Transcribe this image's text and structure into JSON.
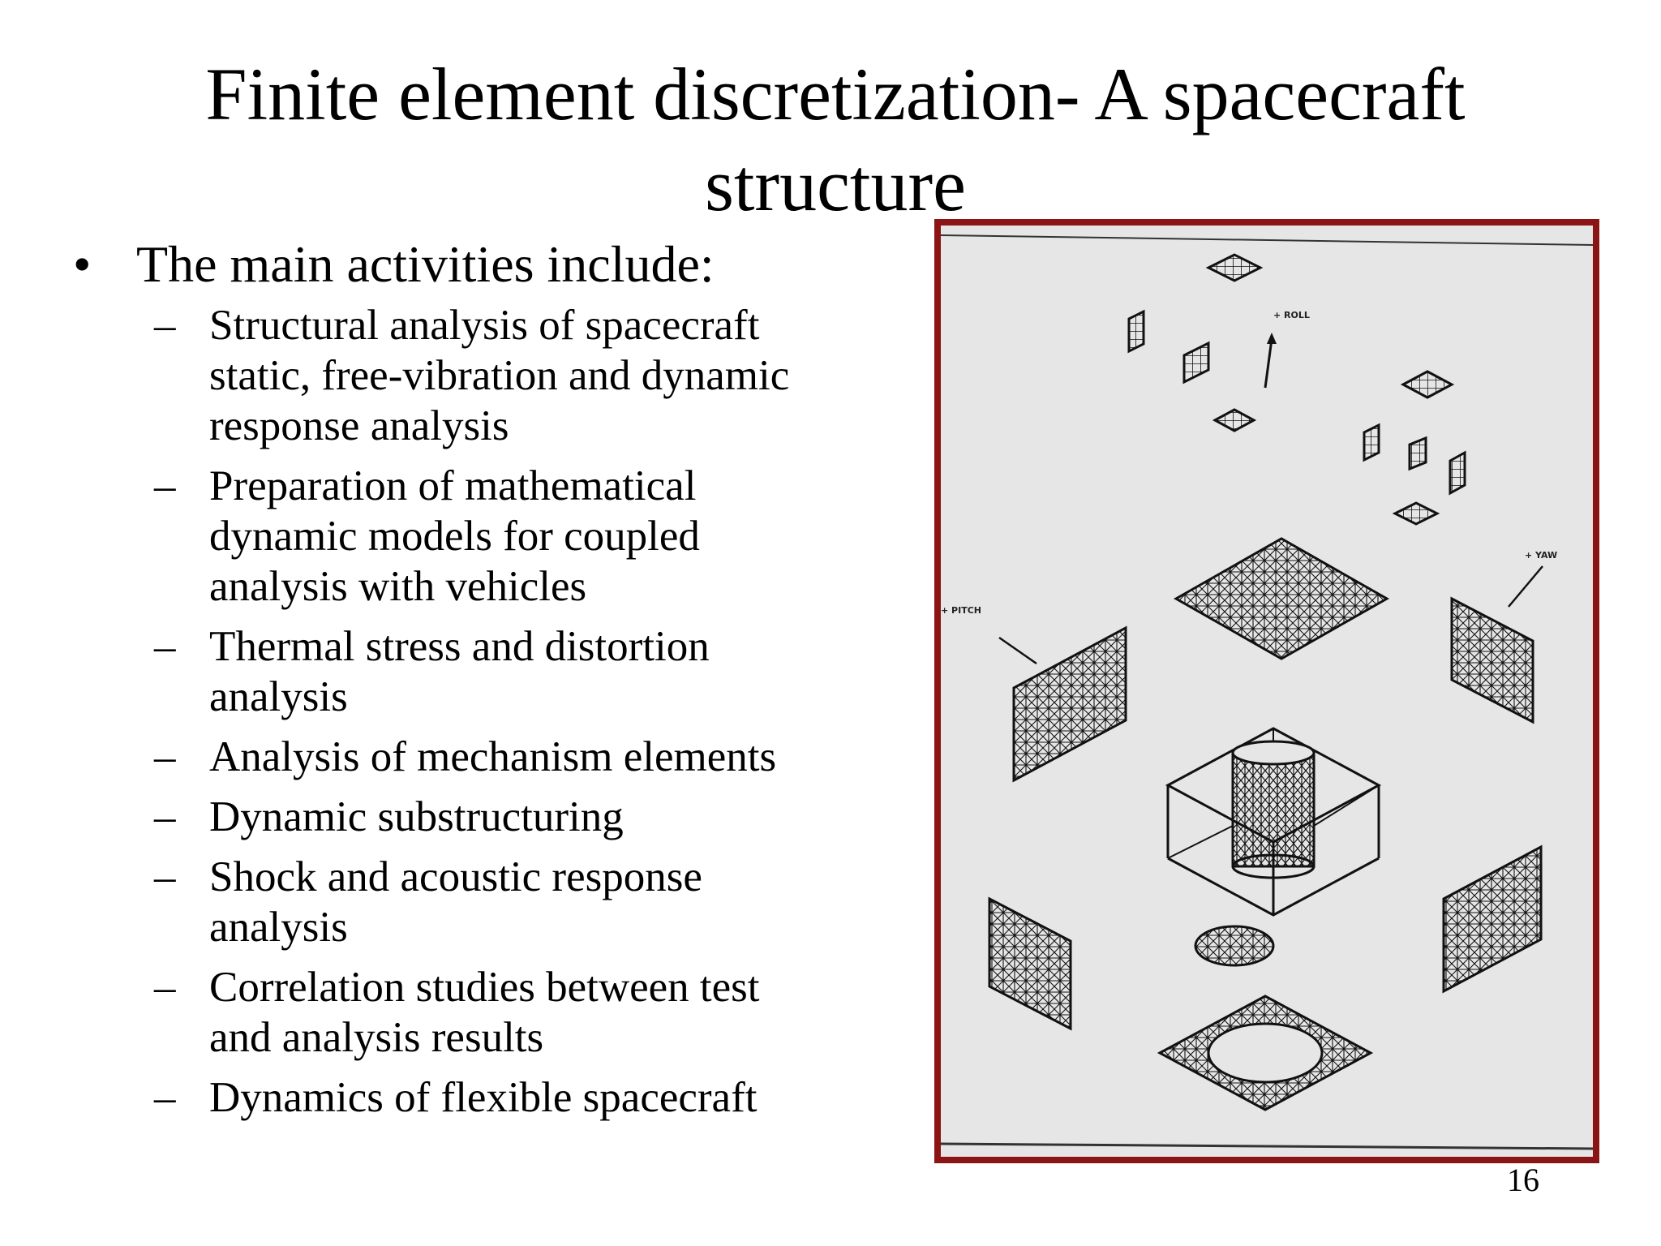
{
  "title": {
    "line1": "Finite element discretization- A spacecraft",
    "line2": "structure"
  },
  "main_bullet": {
    "marker": "•",
    "text": "The main activities include:"
  },
  "sub_bullets": [
    {
      "marker": "–",
      "lines": [
        "Structural analysis of spacecraft",
        "static, free-vibration and dynamic",
        "response analysis"
      ]
    },
    {
      "marker": "–",
      "lines": [
        "Preparation of mathematical",
        "dynamic models for coupled",
        "analysis with vehicles"
      ]
    },
    {
      "marker": "–",
      "lines": [
        "Thermal stress and distortion",
        "analysis"
      ]
    },
    {
      "marker": "–",
      "lines": [
        "Analysis of mechanism elements"
      ]
    },
    {
      "marker": "–",
      "lines": [
        "Dynamic substructuring"
      ]
    },
    {
      "marker": "–",
      "lines": [
        "Shock and acoustic response",
        "analysis"
      ]
    },
    {
      "marker": "–",
      "lines": [
        "Correlation studies between test",
        "and analysis results"
      ]
    },
    {
      "marker": "–",
      "lines": [
        "Dynamics of flexible spacecraft"
      ]
    }
  ],
  "figure": {
    "labels": {
      "roll": "+ ROLL",
      "yaw": "+ YAW",
      "pitch": "+ PITCH"
    },
    "frame_color": "#8b1414"
  },
  "page_number": "16"
}
